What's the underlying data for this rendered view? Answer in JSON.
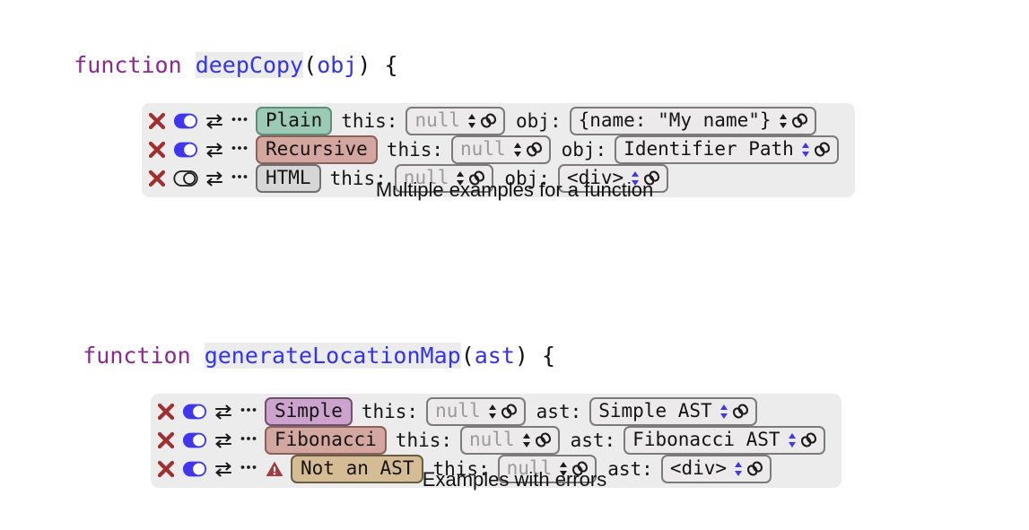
{
  "page": {
    "background": "#ffffff",
    "accent_blue": "#3f36f0",
    "accent_red": "#a03030",
    "panel_bg": "#ececec"
  },
  "blocks": [
    {
      "id": "deepCopy",
      "signature": {
        "keyword": "function",
        "name": "deepCopy",
        "open_paren": "(",
        "param": "obj",
        "close_paren": ")",
        "brace": " {"
      },
      "caption": "Multiple examples for a function",
      "rows": [
        {
          "delete_icon": "x-icon",
          "toggle_icon": "toggle-on-icon",
          "toggle_state": "on",
          "swap_icon": "swap-icon",
          "more_icon": "ellipsis-icon",
          "warning_icon": null,
          "name": "Plain",
          "name_color": "#9ccbb5",
          "name_border": "#5d8e78",
          "args": [
            {
              "label": "this:",
              "value": "null",
              "muted": true,
              "spinner_color": "#1c1c1c"
            },
            {
              "label": "obj:",
              "value": "{name: \"My name\"}",
              "muted": false,
              "spinner_color": "#1c1c1c"
            }
          ]
        },
        {
          "delete_icon": "x-icon",
          "toggle_icon": "toggle-on-icon",
          "toggle_state": "on",
          "swap_icon": "swap-icon",
          "more_icon": "ellipsis-icon",
          "warning_icon": null,
          "name": "Recursive",
          "name_color": "#d4a6a0",
          "name_border": "#8d5f5a",
          "args": [
            {
              "label": "this:",
              "value": "null",
              "muted": true,
              "spinner_color": "#1c1c1c"
            },
            {
              "label": "obj:",
              "value": "Identifier Path",
              "muted": false,
              "spinner_color": "#3f36f0"
            }
          ]
        },
        {
          "delete_icon": "x-icon",
          "toggle_icon": "toggle-off-icon",
          "toggle_state": "off",
          "swap_icon": "swap-icon",
          "more_icon": "ellipsis-icon",
          "warning_icon": null,
          "name": "HTML",
          "name_color": "#d6d6d6",
          "name_border": "#6e6e6e",
          "args": [
            {
              "label": "this:",
              "value": "null",
              "muted": true,
              "spinner_color": "#1c1c1c"
            },
            {
              "label": "obj:",
              "value": "<div>",
              "muted": false,
              "spinner_color": "#3f36f0"
            }
          ]
        }
      ]
    },
    {
      "id": "generateLocationMap",
      "signature": {
        "keyword": "function",
        "name": "generateLocationMap",
        "open_paren": "(",
        "param": "ast",
        "close_paren": ")",
        "brace": " {"
      },
      "caption": "Examples with errors",
      "rows": [
        {
          "delete_icon": "x-icon",
          "toggle_icon": "toggle-on-icon",
          "toggle_state": "on",
          "swap_icon": "swap-icon",
          "more_icon": "ellipsis-icon",
          "warning_icon": null,
          "name": "Simple",
          "name_color": "#cba3cc",
          "name_border": "#6e5070",
          "args": [
            {
              "label": "this:",
              "value": "null",
              "muted": true,
              "spinner_color": "#1c1c1c"
            },
            {
              "label": "ast:",
              "value": "Simple AST",
              "muted": false,
              "spinner_color": "#3f36f0"
            }
          ]
        },
        {
          "delete_icon": "x-icon",
          "toggle_icon": "toggle-on-icon",
          "toggle_state": "on",
          "swap_icon": "swap-icon",
          "more_icon": "ellipsis-icon",
          "warning_icon": null,
          "name": "Fibonacci",
          "name_color": "#d4a6a0",
          "name_border": "#8d5f5a",
          "args": [
            {
              "label": "this:",
              "value": "null",
              "muted": true,
              "spinner_color": "#1c1c1c"
            },
            {
              "label": "ast:",
              "value": "Fibonacci AST",
              "muted": false,
              "spinner_color": "#3f36f0"
            }
          ]
        },
        {
          "delete_icon": "x-icon",
          "toggle_icon": "toggle-on-icon",
          "toggle_state": "on",
          "swap_icon": "swap-icon",
          "more_icon": "ellipsis-icon",
          "warning_icon": "warning-triangle-icon",
          "name": "Not an AST",
          "name_color": "#d5bc94",
          "name_border": "#6a5c44",
          "args": [
            {
              "label": "this:",
              "value": "null",
              "muted": true,
              "spinner_color": "#1c1c1c"
            },
            {
              "label": "ast:",
              "value": "<div>",
              "muted": false,
              "spinner_color": "#3f36f0"
            }
          ]
        }
      ]
    }
  ]
}
